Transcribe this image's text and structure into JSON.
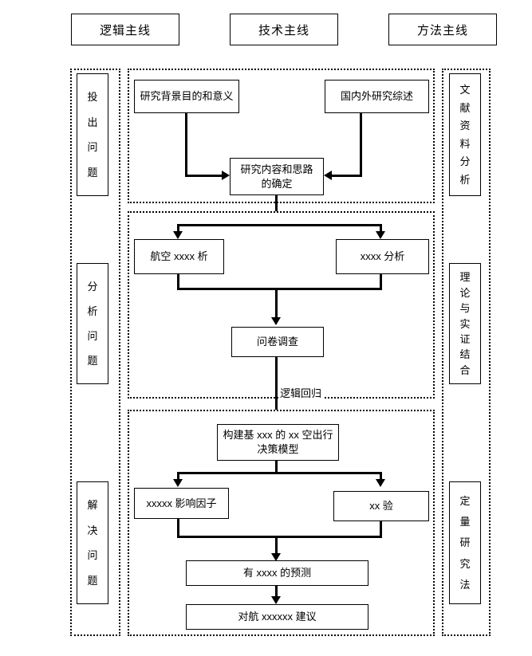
{
  "diagram": {
    "title_row": [
      {
        "id": "logic-mainline",
        "label": "逻辑主线"
      },
      {
        "id": "technique-mainline",
        "label": "技术主线"
      },
      {
        "id": "method-mainline",
        "label": "方法主线"
      }
    ],
    "left_lane": [
      {
        "id": "raise-question",
        "label": "投出问题",
        "chars": [
          "投",
          "出",
          "问",
          "题"
        ]
      },
      {
        "id": "analyze-question",
        "label": "分析问题",
        "chars": [
          "分",
          "析",
          "问",
          "题"
        ]
      },
      {
        "id": "solve-question",
        "label": "解决问题",
        "chars": [
          "解",
          "决",
          "问",
          "题"
        ]
      }
    ],
    "right_lane": [
      {
        "id": "literature-analysis",
        "label": "文献资料分析",
        "chars": [
          "文",
          "献",
          "资",
          "料",
          "分",
          "析"
        ]
      },
      {
        "id": "theory-empirical",
        "label": "理论与实证结合",
        "chars": [
          "理",
          "论",
          "与",
          "实",
          "证",
          "结",
          "合"
        ]
      },
      {
        "id": "quantitative-method",
        "label": "定量研究法",
        "chars": [
          "定",
          "量",
          "研",
          "究",
          "法"
        ]
      }
    ],
    "section1": {
      "nodes": {
        "background": "研究背景目的和意义",
        "review": "国内外研究综述",
        "content": "研究内容和思路\n的确定",
        "content_line1": "研究内容和思路",
        "content_line2": "的确定"
      }
    },
    "section2": {
      "nodes": {
        "aviation": "航空 xxxx 析",
        "analysis": "xxxx 分析",
        "survey": "问卷调查"
      }
    },
    "edge_labels": {
      "logistic_regression": "逻辑回归"
    },
    "section3": {
      "nodes": {
        "model_line1": "构建基 xxx 的 xx 空出行",
        "model_line2": "决策模型",
        "factors": "xxxxx 影响因子",
        "validation": "xx 验",
        "prediction": "有 xxxx 的预测",
        "suggestion": "对航 xxxxxx 建议"
      }
    },
    "colors": {
      "stroke": "#000000",
      "background": "#ffffff"
    }
  }
}
